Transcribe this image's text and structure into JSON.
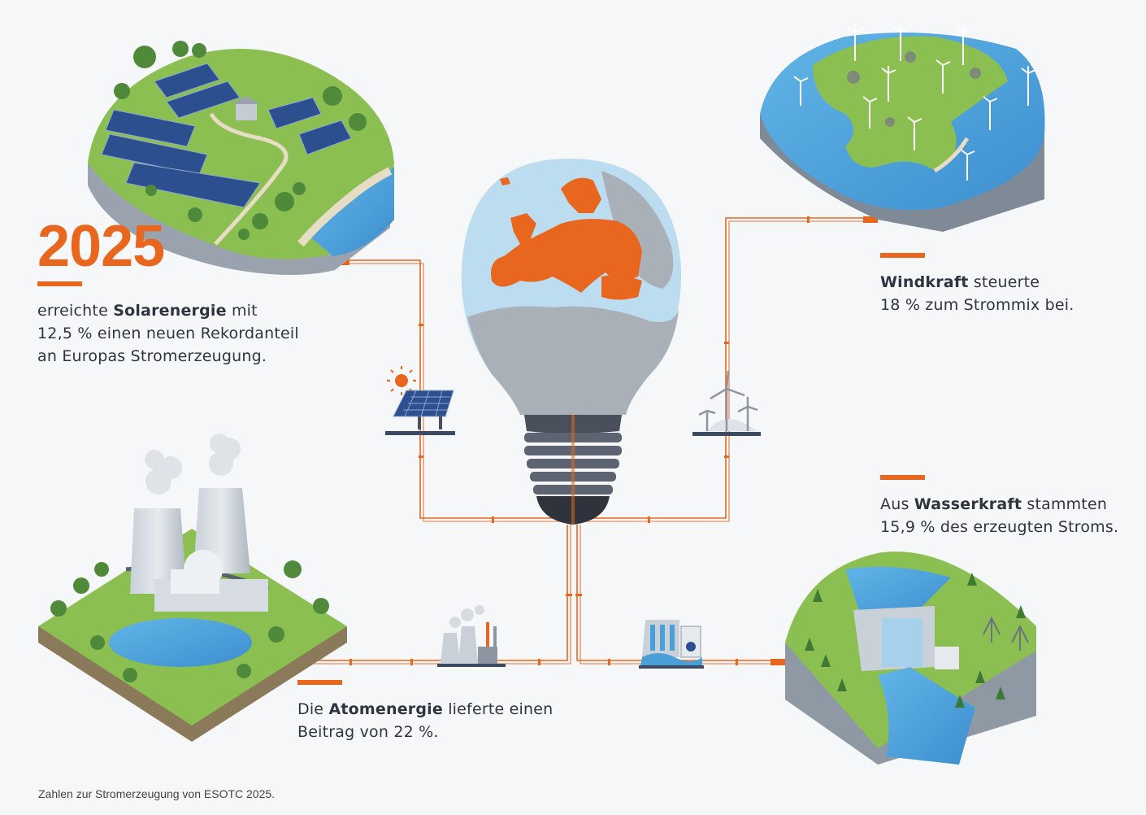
{
  "year": "2025",
  "solar": {
    "lines": [
      [
        "erreichte ",
        "Solarenergie",
        " mit"
      ],
      [
        "12,5 % einen neuen Rekordanteil",
        "",
        ""
      ],
      [
        "an Europas Stromerzeugung.",
        "",
        ""
      ]
    ]
  },
  "wind": {
    "lines": [
      [
        "",
        "Windkraft",
        " steuerte"
      ],
      [
        "18 % zum Strommix bei.",
        "",
        ""
      ]
    ]
  },
  "hydro": {
    "lines": [
      [
        "Aus ",
        "Wasserkraft",
        " stammten"
      ],
      [
        "15,9 % des erzeugten Stroms.",
        "",
        ""
      ]
    ]
  },
  "nuclear": {
    "lines": [
      [
        "Die ",
        "Atomenergie",
        " lieferte einen"
      ],
      [
        "Beitrag von 22 %.",
        "",
        ""
      ]
    ]
  },
  "source": "Zahlen zur Stromerzeugung von ESOTC 2025.",
  "colors": {
    "accent": "#e8661e",
    "text": "#2e3440",
    "background": "#f6f7f8",
    "water": "#4a9fd6",
    "grass": "#8cbf52",
    "bulb": "#bcdcef",
    "land": "#a9b0b8"
  },
  "icons": [
    "solar-panel-icon",
    "sun-icon",
    "wind-turbine-icon",
    "nuclear-plant-icon",
    "hydro-dam-icon",
    "light-bulb-icon"
  ]
}
